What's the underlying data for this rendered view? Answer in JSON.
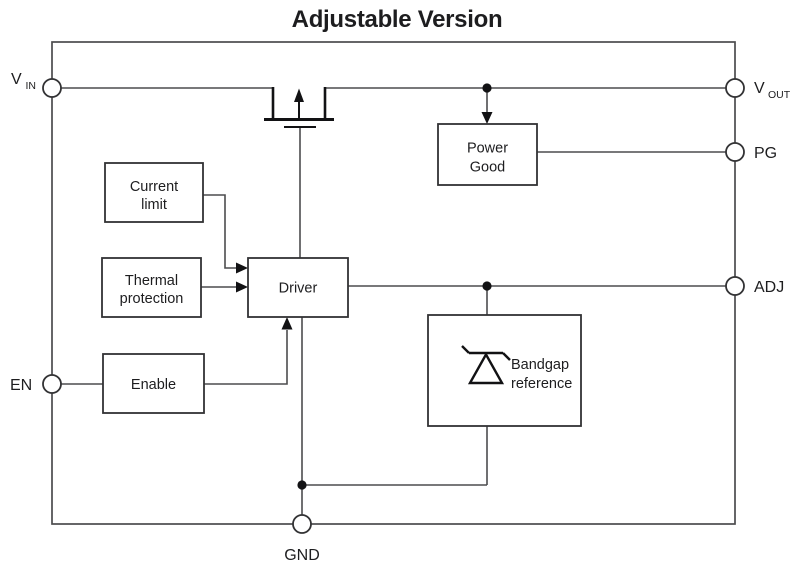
{
  "title": "Adjustable Version",
  "colors": {
    "wire": "#4c4c4e",
    "border": "#323234",
    "text": "#1d1d1f",
    "black": "#121214",
    "bg": "#ffffff"
  },
  "pins": {
    "vin": {
      "main": "V",
      "sub": "IN"
    },
    "vout": {
      "main": "V",
      "sub": "OUT"
    },
    "pg": {
      "label": "PG"
    },
    "adj": {
      "label": "ADJ"
    },
    "en": {
      "label": "EN"
    },
    "gnd": {
      "label": "GND"
    }
  },
  "blocks": {
    "current_limit": {
      "line1": "Current",
      "line2": "limit"
    },
    "thermal_protection": {
      "line1": "Thermal",
      "line2": "protection"
    },
    "enable": {
      "label": "Enable"
    },
    "driver": {
      "label": "Driver"
    },
    "power_good": {
      "line1": "Power",
      "line2": "Good"
    },
    "bandgap_reference": {
      "line1": "Bandgap",
      "line2": "reference"
    }
  },
  "icons": {
    "pass_transistor": "pmos-transistor-icon",
    "reference_diode": "zener-diode-icon"
  }
}
